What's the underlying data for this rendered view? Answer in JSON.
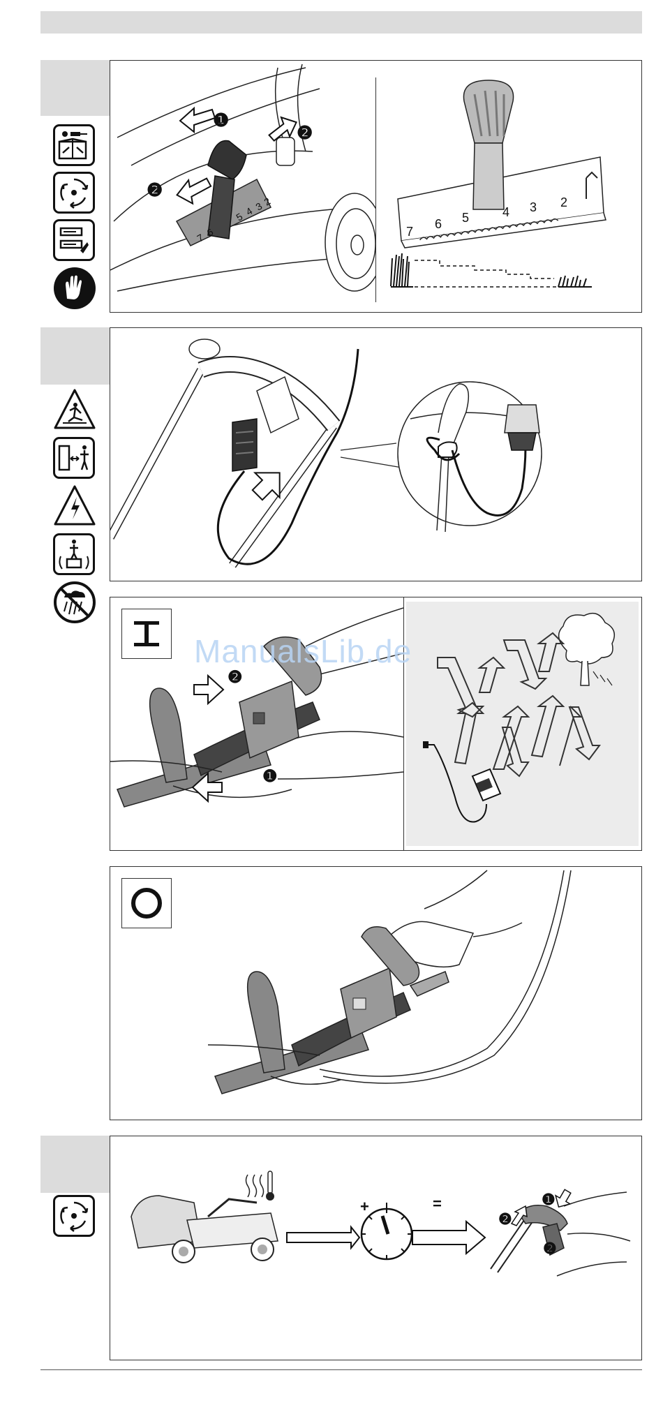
{
  "watermark": "ManualsLib.de",
  "heights": {
    "labels": [
      "7",
      "6",
      "5",
      "4",
      "3",
      "2"
    ]
  },
  "callouts": {
    "one": "❶",
    "two": "❷"
  },
  "switch": {
    "on_symbol": "I",
    "off_symbol": "O"
  },
  "formula": {
    "plus": "+",
    "equals": "="
  },
  "icons": {
    "panel1": [
      "manual-tools-icon",
      "rotating-blade-icon",
      "service-manual-icon",
      "gloves-icon"
    ],
    "panel2": [
      "slip-hazard-icon",
      "keep-distance-icon",
      "electric-shock-icon",
      "keep-bystanders-away-icon",
      "no-rain-icon"
    ],
    "panel5": [
      "rotating-blade-icon"
    ]
  }
}
